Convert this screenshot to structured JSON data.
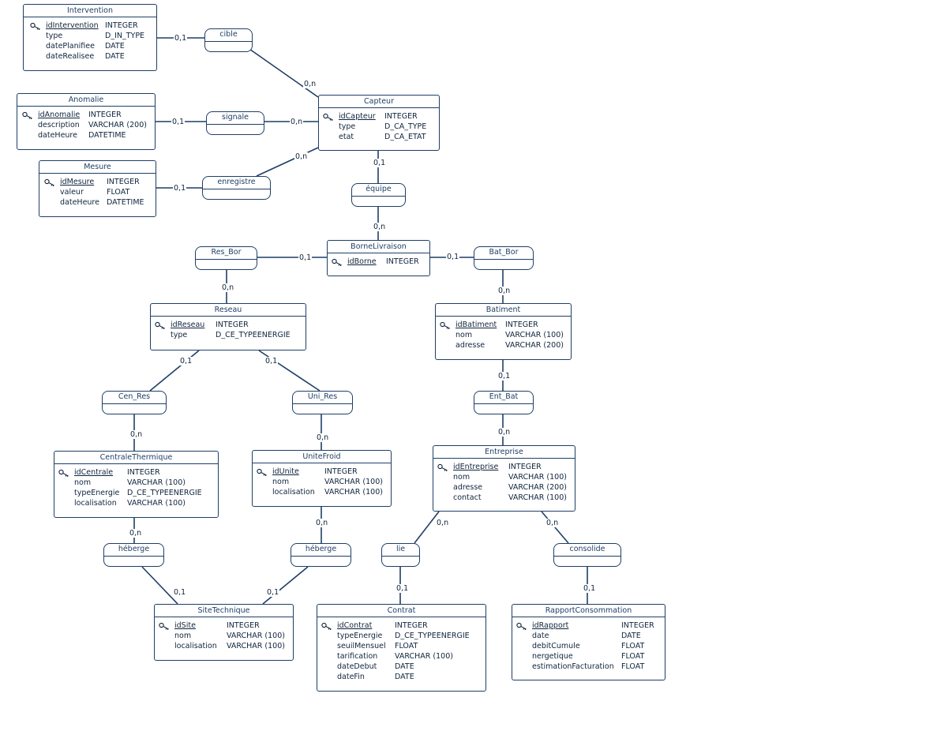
{
  "entities": {
    "intervention": {
      "name": "Intervention",
      "attrs": [
        {
          "name": "idIntervention",
          "type": "INTEGER",
          "pk": true
        },
        {
          "name": "type",
          "type": "D_IN_TYPE"
        },
        {
          "name": "datePlanifiee",
          "type": "DATE"
        },
        {
          "name": "dateRealisee",
          "type": "DATE"
        }
      ]
    },
    "anomalie": {
      "name": "Anomalie",
      "attrs": [
        {
          "name": "idAnomalie",
          "type": "INTEGER",
          "pk": true
        },
        {
          "name": "description",
          "type": "VARCHAR (200)"
        },
        {
          "name": "dateHeure",
          "type": "DATETIME"
        }
      ]
    },
    "mesure": {
      "name": "Mesure",
      "attrs": [
        {
          "name": "idMesure",
          "type": "INTEGER",
          "pk": true
        },
        {
          "name": "valeur",
          "type": "FLOAT"
        },
        {
          "name": "dateHeure",
          "type": "DATETIME"
        }
      ]
    },
    "capteur": {
      "name": "Capteur",
      "attrs": [
        {
          "name": "idCapteur",
          "type": "INTEGER",
          "pk": true
        },
        {
          "name": "type",
          "type": "D_CA_TYPE"
        },
        {
          "name": "etat",
          "type": "D_CA_ETAT"
        }
      ]
    },
    "borne": {
      "name": "BorneLivraison",
      "attrs": [
        {
          "name": "idBorne",
          "type": "INTEGER",
          "pk": true
        }
      ]
    },
    "reseau": {
      "name": "Reseau",
      "attrs": [
        {
          "name": "idReseau",
          "type": "INTEGER",
          "pk": true
        },
        {
          "name": "type",
          "type": "D_CE_TYPEENERGIE"
        }
      ]
    },
    "batiment": {
      "name": "Batiment",
      "attrs": [
        {
          "name": "idBatiment",
          "type": "INTEGER",
          "pk": true
        },
        {
          "name": "nom",
          "type": "VARCHAR (100)"
        },
        {
          "name": "adresse",
          "type": "VARCHAR (200)"
        }
      ]
    },
    "entreprise": {
      "name": "Entreprise",
      "attrs": [
        {
          "name": "idEntreprise",
          "type": "INTEGER",
          "pk": true
        },
        {
          "name": "nom",
          "type": "VARCHAR (100)"
        },
        {
          "name": "adresse",
          "type": "VARCHAR (200)"
        },
        {
          "name": "contact",
          "type": "VARCHAR (100)"
        }
      ]
    },
    "centrale": {
      "name": "CentraleThermique",
      "attrs": [
        {
          "name": "idCentrale",
          "type": "INTEGER",
          "pk": true
        },
        {
          "name": "nom",
          "type": "VARCHAR (100)"
        },
        {
          "name": "typeEnergie",
          "type": "D_CE_TYPEENERGIE"
        },
        {
          "name": "localisation",
          "type": "VARCHAR (100)"
        }
      ]
    },
    "unitefroid": {
      "name": "UniteFroid",
      "attrs": [
        {
          "name": "idUnite",
          "type": "INTEGER",
          "pk": true
        },
        {
          "name": "nom",
          "type": "VARCHAR (100)"
        },
        {
          "name": "localisation",
          "type": "VARCHAR (100)"
        }
      ]
    },
    "site": {
      "name": "SiteTechnique",
      "attrs": [
        {
          "name": "idSite",
          "type": "INTEGER",
          "pk": true
        },
        {
          "name": "nom",
          "type": "VARCHAR (100)"
        },
        {
          "name": "localisation",
          "type": "VARCHAR (100)"
        }
      ]
    },
    "contrat": {
      "name": "Contrat",
      "attrs": [
        {
          "name": "idContrat",
          "type": "INTEGER",
          "pk": true
        },
        {
          "name": "typeEnergie",
          "type": "D_CE_TYPEENERGIE"
        },
        {
          "name": "seuilMensuel",
          "type": "FLOAT"
        },
        {
          "name": "tarification",
          "type": "VARCHAR (100)"
        },
        {
          "name": "dateDebut",
          "type": "DATE"
        },
        {
          "name": "dateFin",
          "type": "DATE"
        }
      ]
    },
    "rapport": {
      "name": "RapportConsommation",
      "attrs": [
        {
          "name": "idRapport",
          "type": "INTEGER",
          "pk": true
        },
        {
          "name": "date",
          "type": "DATE"
        },
        {
          "name": "debitCumule",
          "type": "FLOAT"
        },
        {
          "name": "nergetique",
          "type": "FLOAT"
        },
        {
          "name": "estimationFacturation",
          "type": "FLOAT"
        }
      ]
    }
  },
  "associations": {
    "cible": "cible",
    "signale": "signale",
    "enregistre": "enregistre",
    "equipe": "équipe",
    "res_bor": "Res_Bor",
    "bat_bor": "Bat_Bor",
    "cen_res": "Cen_Res",
    "uni_res": "Uni_Res",
    "ent_bat": "Ent_Bat",
    "heberge1": "héberge",
    "heberge2": "héberge",
    "lie": "lie",
    "consolide": "consolide"
  },
  "cardinalities": {
    "intervention_cible": "0,1",
    "cible_capteur": "0,n",
    "anomalie_signale": "0,1",
    "signale_capteur": "0,n",
    "mesure_enregistre": "0,1",
    "enregistre_capteur": "0,n",
    "capteur_equipe": "0,1",
    "equipe_borne": "0,n",
    "borne_resbor": "0,1",
    "resbor_reseau": "0,n",
    "borne_batbor": "0,1",
    "batbor_batiment": "0,n",
    "reseau_cenres": "0,1",
    "reseau_unires": "0,1",
    "cenres_centrale": "0,n",
    "unires_unitefroid": "0,n",
    "batiment_entbat": "0,1",
    "entbat_entreprise": "0,n",
    "centrale_heberge": "0,n",
    "unitefroid_heberge": "0,n",
    "heberge1_site": "0,1",
    "heberge2_site": "0,1",
    "entreprise_lie": "0,n",
    "entreprise_consolide": "0,n",
    "lie_contrat": "0,1",
    "consolide_rapport": "0,1"
  },
  "colors": {
    "stroke": "#1f3f66",
    "text": "#10243d"
  }
}
